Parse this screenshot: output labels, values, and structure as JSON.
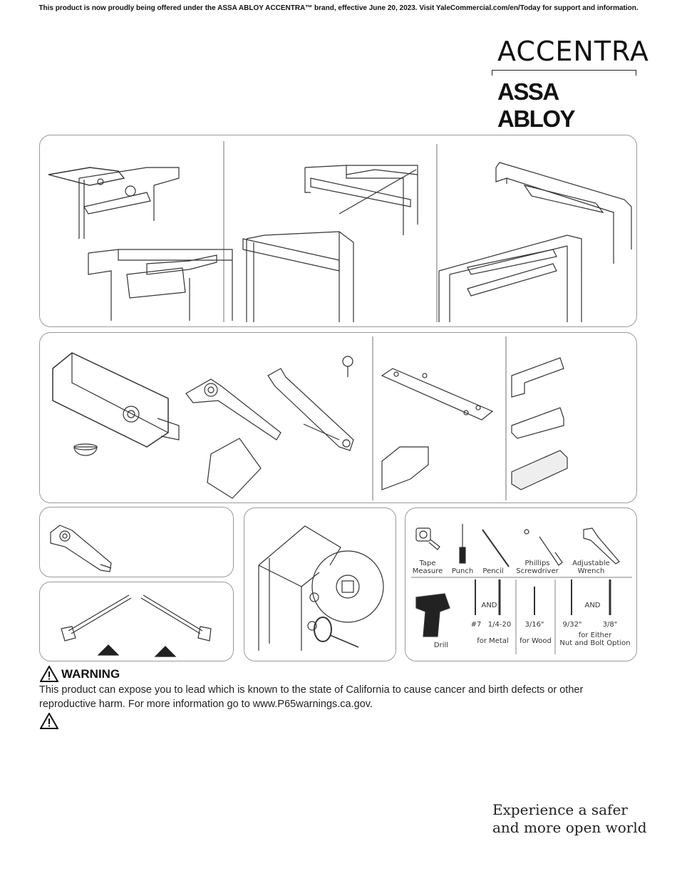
{
  "notice": "This product is now proudly being offered under the ASSA ABLOY ACCENTRA™ brand, effective June 20, 2023. Visit YaleCommercial.com/en/Today for support and information.",
  "logo": {
    "top": "ACCENTRA",
    "bottom": "ASSA ABLOY"
  },
  "tools": {
    "tape_measure": "Tape\nMeasure",
    "punch": "Punch",
    "pencil": "Pencil",
    "phillips": "Phillips\nScrewdriver",
    "wrench": "Adjustable\nWrench",
    "drill": "Drill",
    "and_1": "AND",
    "bit_7": "#7",
    "bit_1420": "1/4-20",
    "for_metal": "for Metal",
    "bit_316": "3/16\"",
    "for_wood": "for Wood",
    "and_2": "AND",
    "bit_932": "9/32\"",
    "bit_38": "3/8\"",
    "for_either": "for Either\nNut and Bolt Option"
  },
  "warning": {
    "title": "WARNING",
    "text": "This product can expose you to lead which is known to the state of California to cause cancer and birth defects or other reproductive harm. For more information go to www.P65warnings.ca.gov."
  },
  "tagline": "Experience a safer\nand more open world"
}
